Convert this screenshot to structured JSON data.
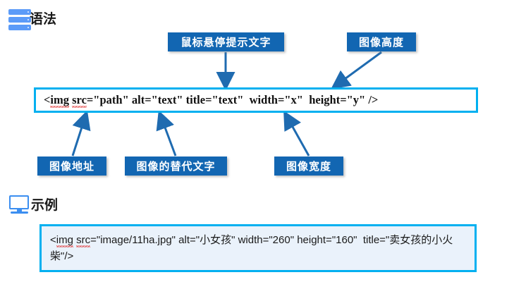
{
  "page": {
    "background_color": "#ffffff",
    "accent_cyan": "#00b0f0",
    "accent_blue": "#1266b2",
    "icon_blue": "#5b9bf8"
  },
  "sections": {
    "syntax": {
      "title": "语法",
      "icon": "list-icon",
      "code": {
        "full": "<img src=\"path\" alt=\"text\" title=\"text\"  width=\"x\"  height=\"y\" />",
        "tokens": {
          "open": "<",
          "tag": "img",
          "attr_src": "src",
          "val_path": "=\"path\"",
          "attr_alt": " alt=\"text\"",
          "attr_title": " title=\"text\"",
          "attr_width": "  width=\"x\"",
          "attr_height": "  height=\"y\"",
          "close": " />"
        }
      }
    },
    "example": {
      "title": "示例",
      "icon": "monitor-icon",
      "code": {
        "full": "<img src=\"image/11ha.jpg\" alt=\"小女孩\" width=\"260\" height=\"160\"  title=\"卖女孩的小火柴\"/>",
        "tokens": {
          "open": "<",
          "tag": "img",
          "attr_src": "src",
          "rest": "=\"image/11ha.jpg\" alt=\"小女孩\" width=\"260\" height=\"160\"  title=\"卖女孩的小火柴\"/>"
        }
      }
    }
  },
  "callouts": [
    {
      "id": "title",
      "label": "鼠标悬停提示文字"
    },
    {
      "id": "height",
      "label": "图像高度"
    },
    {
      "id": "src",
      "label": "图像地址"
    },
    {
      "id": "alt",
      "label": "图像的替代文字"
    },
    {
      "id": "width",
      "label": "图像宽度"
    }
  ]
}
